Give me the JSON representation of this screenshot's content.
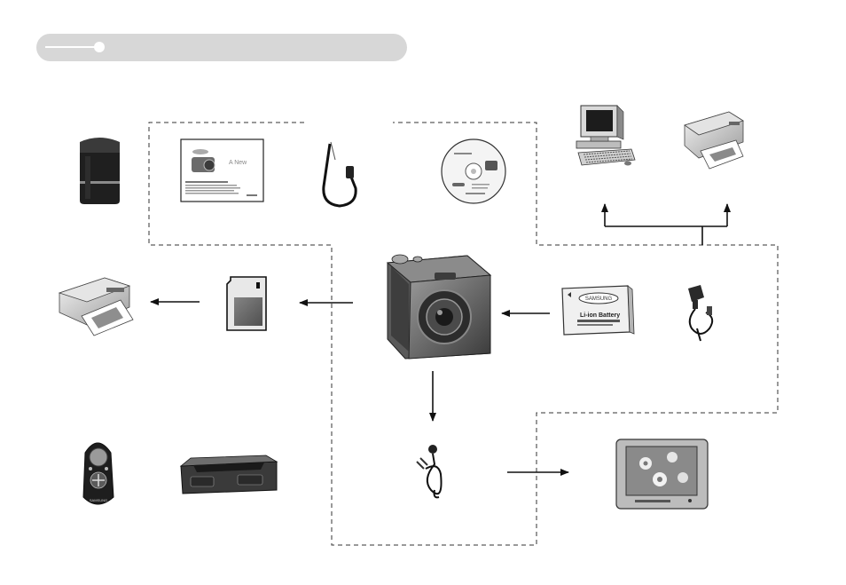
{
  "header": {
    "title": ""
  },
  "items": {
    "camera": {
      "name": "digital camera"
    },
    "case": {
      "name": "camera case"
    },
    "manual": {
      "title": "A New",
      "name": "user manual"
    },
    "strap": {
      "name": "camera strap"
    },
    "cd": {
      "name": "software CD-ROM"
    },
    "pc": {
      "name": "computer"
    },
    "printer_top": {
      "name": "printer"
    },
    "printer_left": {
      "name": "printer"
    },
    "sd_card": {
      "name": "SD memory card"
    },
    "battery": {
      "brand": "SAMSUNG",
      "label": "Li-ion Battery",
      "name": "rechargeable battery"
    },
    "charger": {
      "name": "AC adapter / USB cable"
    },
    "remote": {
      "brand": "SAMSUNG",
      "name": "remote control"
    },
    "cradle": {
      "name": "cradle"
    },
    "av_cable": {
      "name": "AV cable"
    },
    "tv": {
      "name": "external monitor"
    }
  },
  "colors": {
    "dash": "#333333",
    "arrow": "#111111",
    "header": "#d7d7d7"
  }
}
